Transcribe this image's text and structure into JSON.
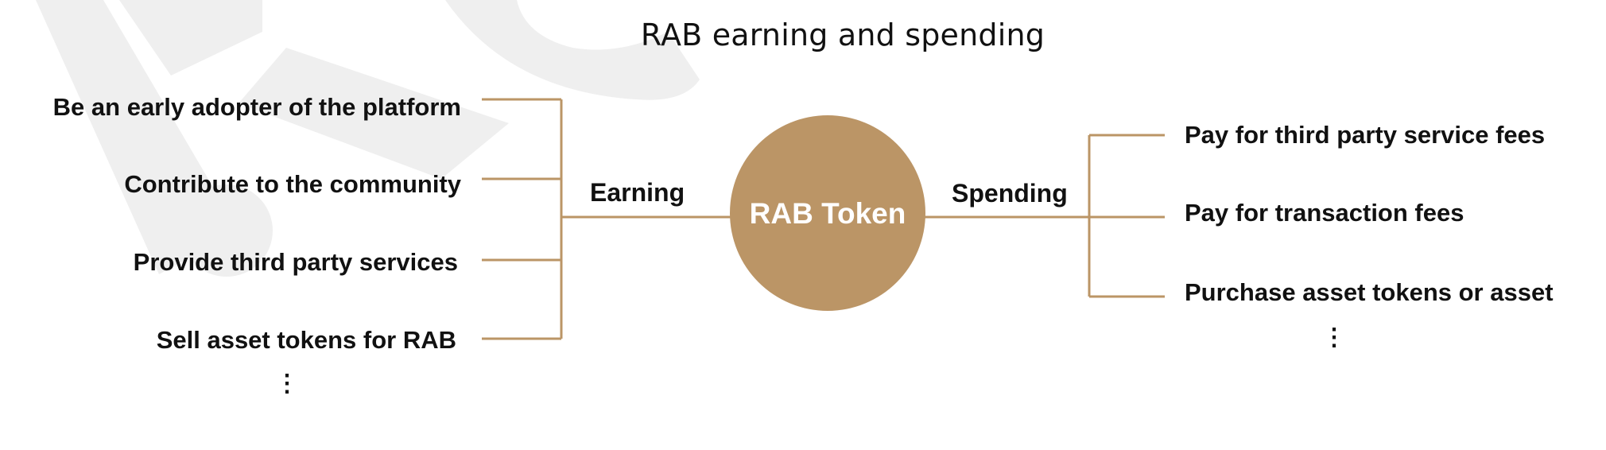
{
  "title": "RAB earning and spending",
  "center": {
    "label": "RAB Token"
  },
  "earning": {
    "label": "Earning",
    "items": [
      "Be an early adopter of the platform",
      "Contribute to the community",
      "Provide third party services",
      "Sell asset tokens for RAB"
    ],
    "more": "⋮"
  },
  "spending": {
    "label": "Spending",
    "items": [
      "Pay for third party service fees",
      "Pay for transaction fees",
      "Purchase asset tokens or asset"
    ],
    "more": "⋮"
  },
  "colors": {
    "accent": "#bb9566",
    "text": "#111111",
    "watermark": "#efefef"
  }
}
